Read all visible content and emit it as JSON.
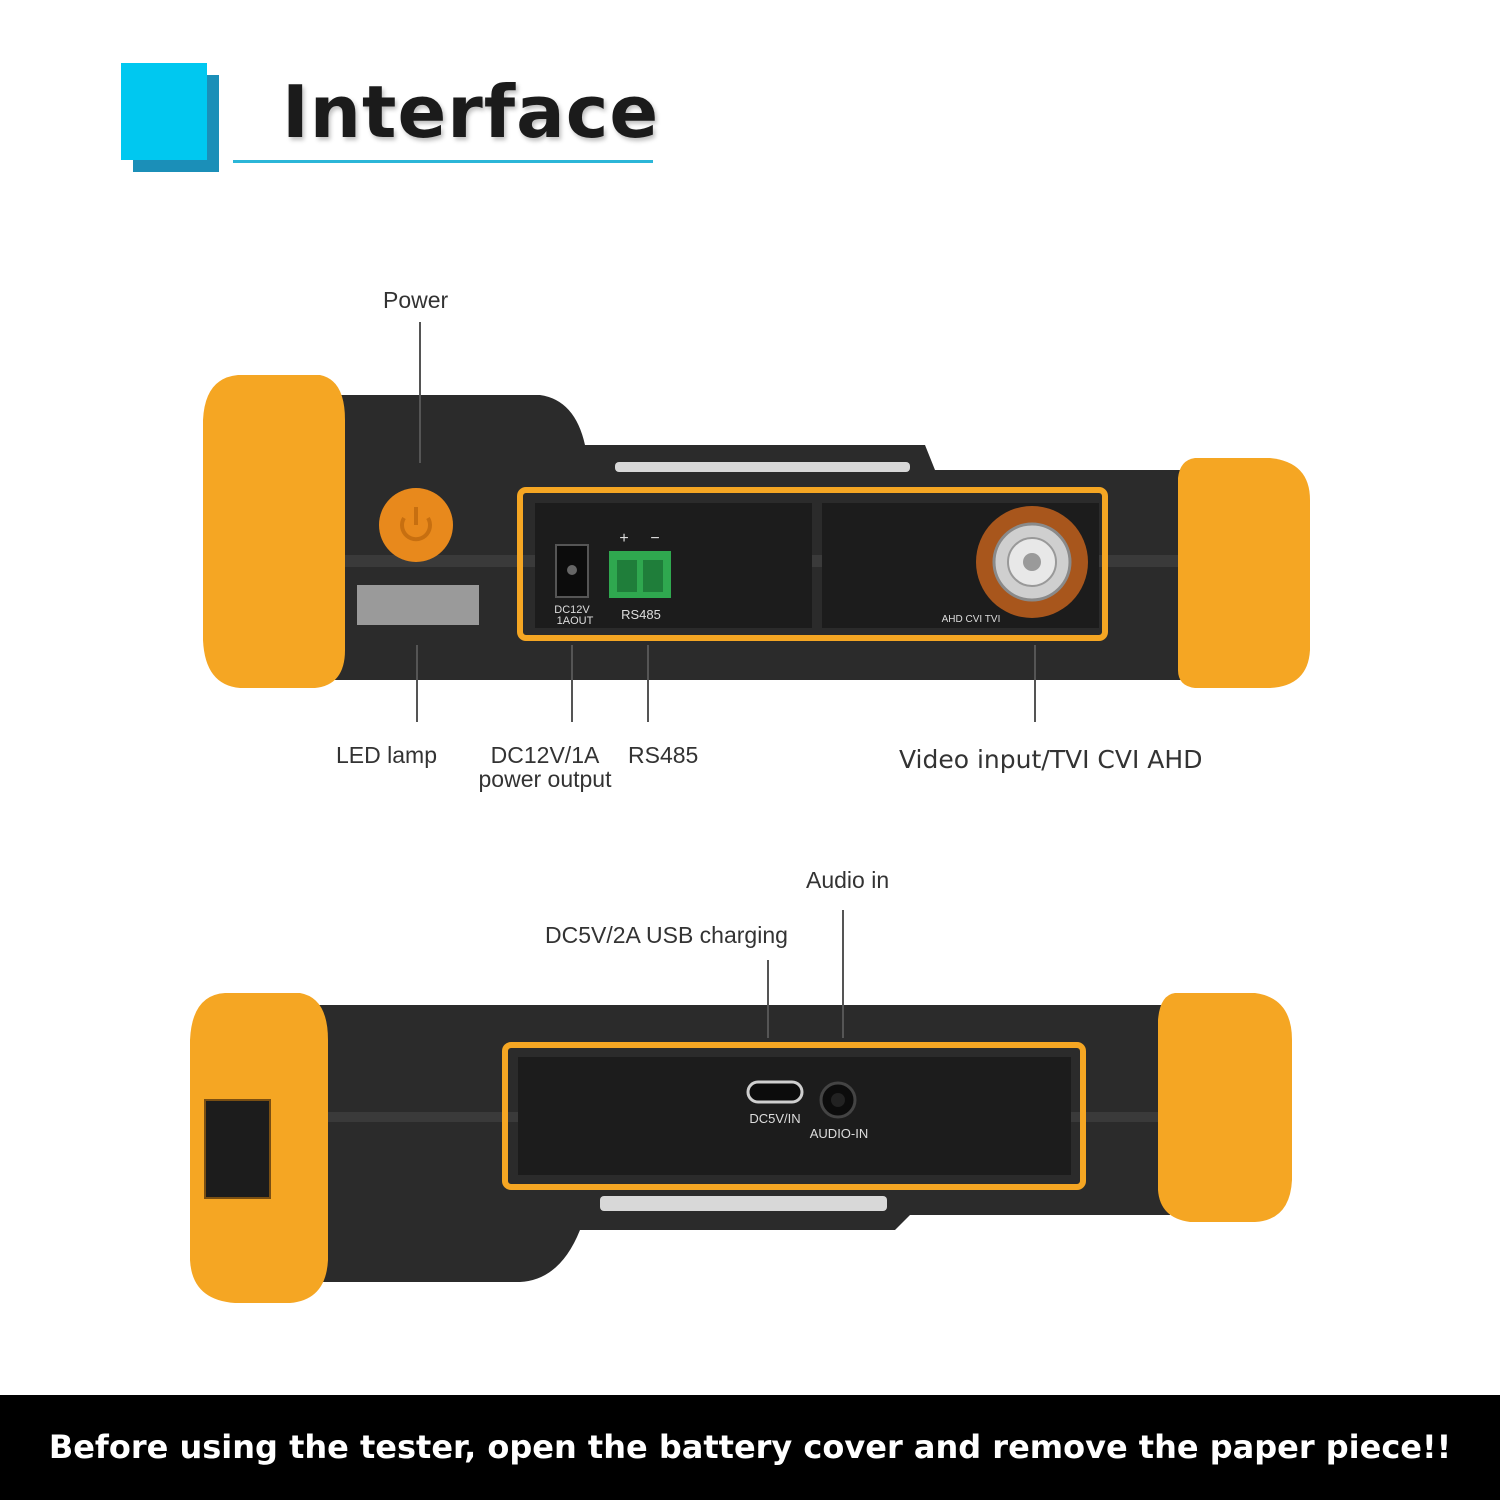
{
  "header": {
    "title": "Interface"
  },
  "top_view": {
    "callouts": {
      "power": "Power",
      "led_lamp": "LED lamp",
      "dc12v_line1": "DC12V/1A",
      "dc12v_line2": "power output",
      "rs485": "RS485",
      "video_input": "Video input/TVI CVI AHD"
    },
    "port_labels": {
      "dc12v_a": "DC12V",
      "dc12v_b": "1AOUT",
      "rs485_plus": "+",
      "rs485_minus": "−",
      "rs485": "RS485",
      "bnc": "AHD CVI TVI"
    }
  },
  "bottom_view": {
    "callouts": {
      "audio_in": "Audio in",
      "usb_charging": "DC5V/2A USB charging"
    },
    "port_labels": {
      "usb": "DC5V/IN",
      "audio": "AUDIO-IN"
    }
  },
  "footer": {
    "notice": "Before using the tester, open the battery cover and remove the paper piece!!"
  },
  "colors": {
    "accent": "#00c8f0",
    "accent_dark": "#1b8fb8",
    "rubber": "#f5a623",
    "body": "#2a2a2a",
    "port_green": "#2fa84f"
  },
  "icons": [
    "power-icon",
    "usb-c-port-icon",
    "audio-jack-icon",
    "bnc-connector-icon"
  ]
}
